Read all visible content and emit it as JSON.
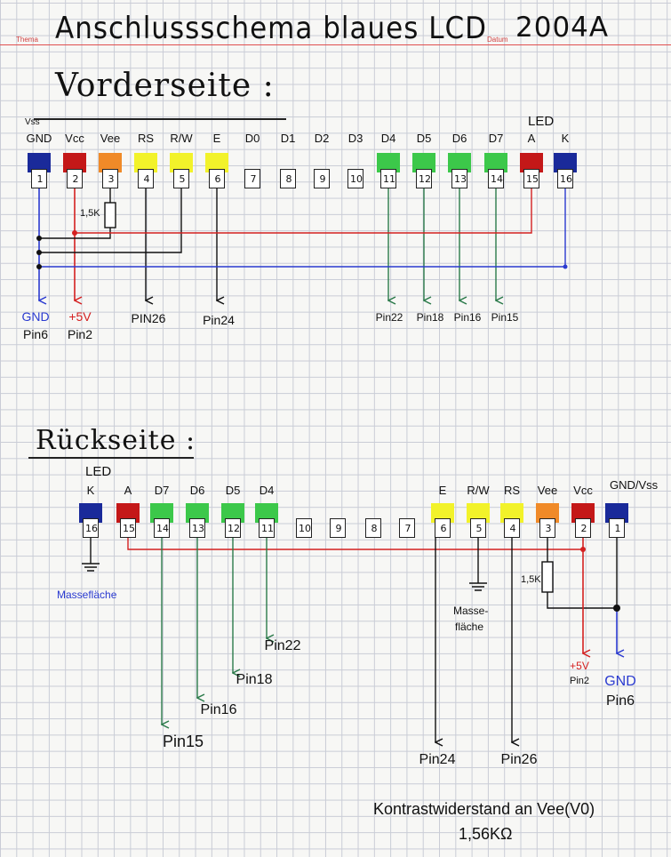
{
  "header": {
    "thema_label": "Thema",
    "datum_label": "Datum",
    "title": "Anschlussschema blaues LCD",
    "date": "2004A"
  },
  "colors": {
    "blue": "#1a2a9a",
    "red": "#c41818",
    "orange": "#f08a28",
    "yellow": "#f2f22a",
    "green": "#3cc84a",
    "wire_green": "#2b7a4a",
    "wire_red": "#d42020",
    "wire_blue": "#2a3ad0"
  },
  "front": {
    "title": "Vorderseite :",
    "vss_note": "Vss",
    "led_note": "LED",
    "pins": [
      {
        "num": "1",
        "label": "GND",
        "color": "blue"
      },
      {
        "num": "2",
        "label": "Vcc",
        "color": "red"
      },
      {
        "num": "3",
        "label": "Vee",
        "color": "orange"
      },
      {
        "num": "4",
        "label": "RS",
        "color": "yellow"
      },
      {
        "num": "5",
        "label": "R/W",
        "color": "yellow"
      },
      {
        "num": "6",
        "label": "E",
        "color": "yellow"
      },
      {
        "num": "7",
        "label": "D0",
        "color": "none"
      },
      {
        "num": "8",
        "label": "D1",
        "color": "none"
      },
      {
        "num": "9",
        "label": "D2",
        "color": "none"
      },
      {
        "num": "10",
        "label": "D3",
        "color": "none"
      },
      {
        "num": "11",
        "label": "D4",
        "color": "green"
      },
      {
        "num": "12",
        "label": "D5",
        "color": "green"
      },
      {
        "num": "13",
        "label": "D6",
        "color": "green"
      },
      {
        "num": "14",
        "label": "D7",
        "color": "green"
      },
      {
        "num": "15",
        "label": "A",
        "color": "red"
      },
      {
        "num": "16",
        "label": "K",
        "color": "blue"
      }
    ],
    "resistor": "1,5K",
    "destinations": {
      "gnd_top": "GND",
      "gnd_bottom": "Pin6",
      "vcc_top": "+5V",
      "vcc_bottom": "Pin2",
      "rs": "PIN26",
      "e": "Pin24",
      "d4": "Pin22",
      "d5": "Pin18",
      "d6": "Pin16",
      "d7": "Pin15"
    }
  },
  "back": {
    "title": "Rückseite :",
    "led_note": "LED",
    "gnd_vss": "GND/Vss",
    "pins": [
      {
        "num": "16",
        "label": "K",
        "color": "blue"
      },
      {
        "num": "15",
        "label": "A",
        "color": "red"
      },
      {
        "num": "14",
        "label": "D7",
        "color": "green"
      },
      {
        "num": "13",
        "label": "D6",
        "color": "green"
      },
      {
        "num": "12",
        "label": "D5",
        "color": "green"
      },
      {
        "num": "11",
        "label": "D4",
        "color": "green"
      },
      {
        "num": "10",
        "label": "",
        "color": "none"
      },
      {
        "num": "9",
        "label": "",
        "color": "none"
      },
      {
        "num": "8",
        "label": "",
        "color": "none"
      },
      {
        "num": "7",
        "label": "",
        "color": "none"
      },
      {
        "num": "6",
        "label": "E",
        "color": "yellow"
      },
      {
        "num": "5",
        "label": "R/W",
        "color": "yellow"
      },
      {
        "num": "4",
        "label": "RS",
        "color": "yellow"
      },
      {
        "num": "3",
        "label": "Vee",
        "color": "orange"
      },
      {
        "num": "2",
        "label": "Vcc",
        "color": "red"
      },
      {
        "num": "1",
        "label": "",
        "color": "blue"
      }
    ],
    "masse_left": "Massefläche",
    "masse_mid_1": "Masse-",
    "masse_mid_2": "fläche",
    "resistor": "1,5K",
    "destinations": {
      "d4": "Pin22",
      "d5": "Pin18",
      "d6": "Pin16",
      "d7": "Pin15",
      "e": "Pin24",
      "rs": "Pin26",
      "vcc_top": "+5V",
      "vcc_bottom": "Pin2",
      "gnd_top": "GND",
      "gnd_bottom": "Pin6"
    },
    "note_line1": "Kontrastwiderstand an Vee(V0)",
    "note_line2": "1,56KΩ"
  }
}
